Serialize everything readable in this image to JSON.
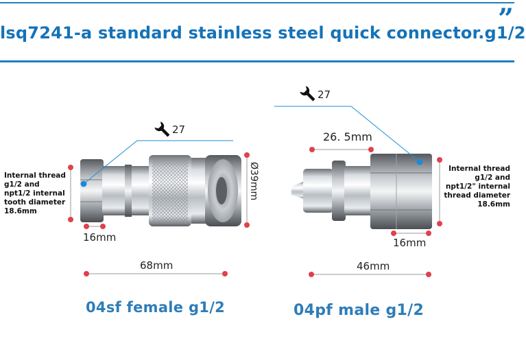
{
  "title": "lsq7241-a standard stainless steel quick connector.g1/2",
  "quote_mark": "”",
  "female": {
    "wrench_size": "27",
    "thread_note": [
      "Internal thread",
      "g1/2 and",
      "npt1/2 internal",
      "tooth diameter",
      "18.6mm"
    ],
    "diameter": "Ø39mm",
    "hex_length": "16mm",
    "total_length": "68mm",
    "name": "04sf female g1/2"
  },
  "male": {
    "wrench_size": "27",
    "plug_length": "26. 5mm",
    "thread_note": [
      "Internal thread",
      "g1/2 and",
      "npt1/2\" internal",
      "thread diameter",
      "18.6mm"
    ],
    "hex_length": "16mm",
    "total_length": "46mm",
    "name": "04pf male g1/2"
  },
  "colors": {
    "accent": "#1573b8",
    "marker": "#e0414b",
    "pointer": "#1b8bd6"
  }
}
